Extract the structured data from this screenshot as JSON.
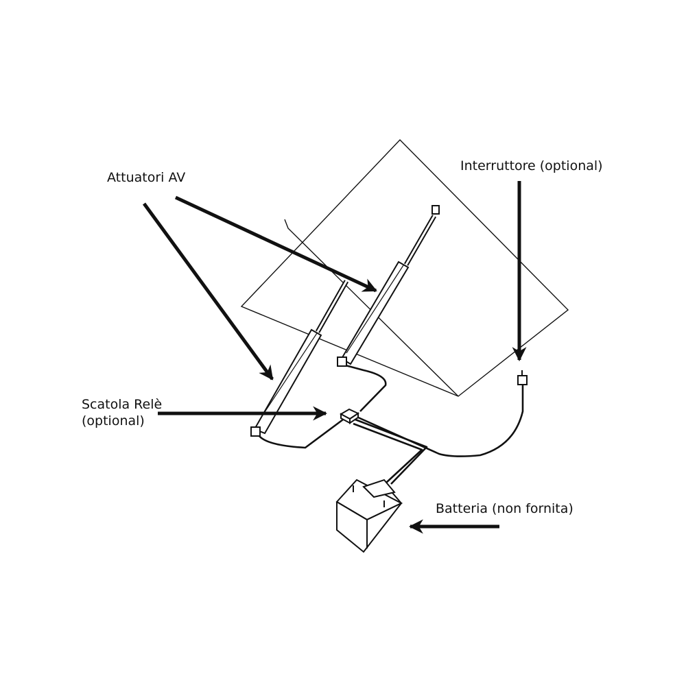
{
  "labels": {
    "actuators": "Attuatori AV",
    "relay_box_line1": "Scatola Relè",
    "relay_box_line2": "(optional)",
    "switch": "Interruttore (optional)",
    "battery": "Batteria (non fornita)"
  },
  "colors": {
    "background": "#ffffff",
    "ink": "#111111"
  }
}
